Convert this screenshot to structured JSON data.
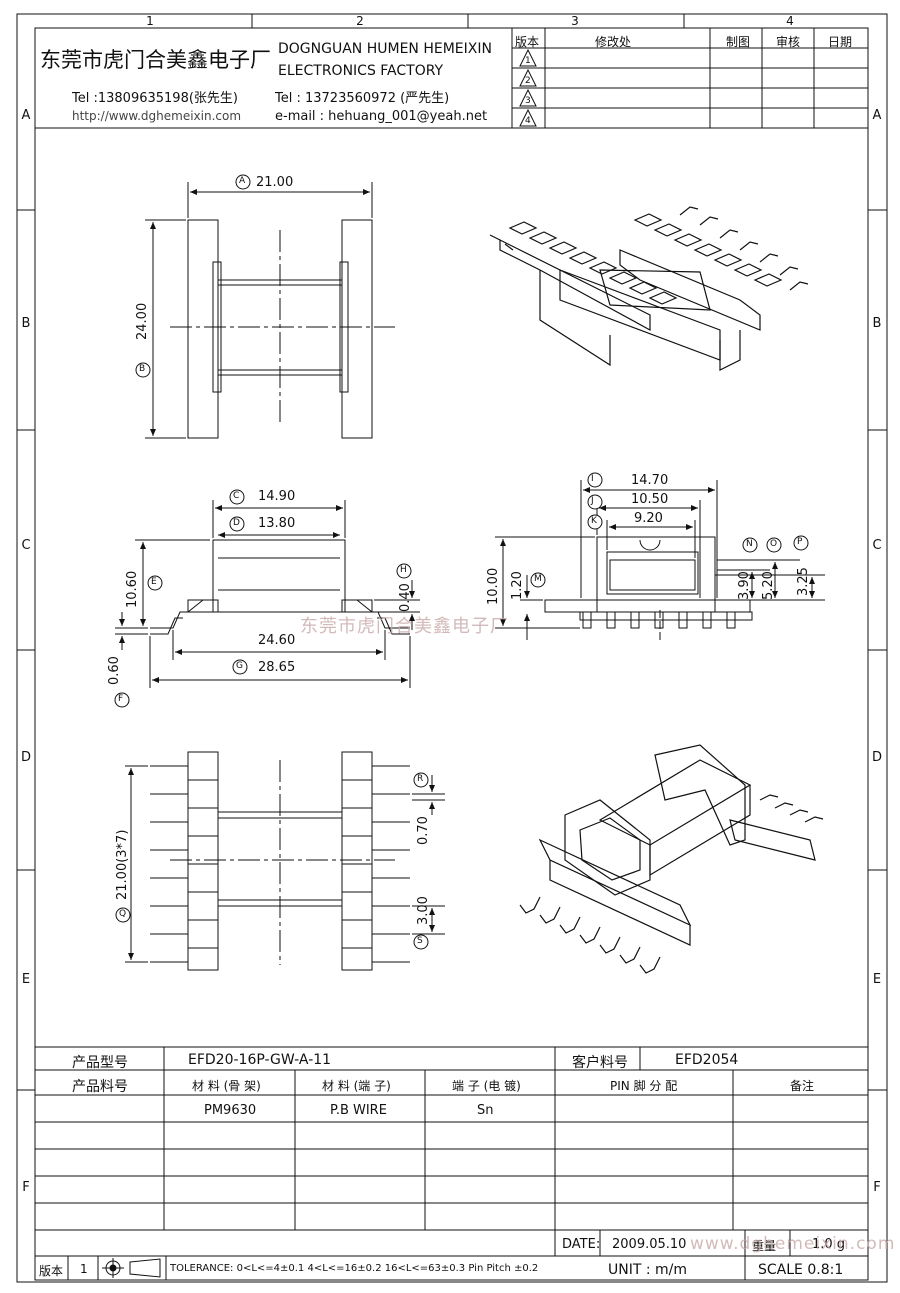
{
  "zones": {
    "columns": [
      "1",
      "2",
      "3",
      "4"
    ],
    "rows": [
      "A",
      "B",
      "C",
      "D",
      "E",
      "F"
    ]
  },
  "header": {
    "company_cn": "东莞市虎门合美鑫电子厂",
    "company_en_line1": "DOGNGUAN HUMEN HEMEIXIN",
    "company_en_line2": "ELECTRONICS FACTORY",
    "tel1": "Tel :13809635198(张先生)",
    "web": "http://www.dghemeixin.com",
    "tel2": "Tel : 13723560972 (严先生)",
    "email": "e-mail : hehuang_001@yeah.net"
  },
  "revision_table": {
    "col_version": "版本",
    "col_change": "修改处",
    "col_draw": "制图",
    "col_review": "审核",
    "col_date": "日期",
    "revisions": [
      "1",
      "2",
      "3",
      "4"
    ]
  },
  "dimensions": {
    "A": {
      "label": "A",
      "value": "21.00"
    },
    "B": {
      "label": "B",
      "value": "24.00"
    },
    "C": {
      "label": "C",
      "value": "14.90"
    },
    "D": {
      "label": "D",
      "value": "13.80"
    },
    "E": {
      "label": "E",
      "value": "10.60"
    },
    "F": {
      "label": "F",
      "value": "0.60"
    },
    "G": {
      "label": "G",
      "value": "28.65"
    },
    "H": {
      "label": "H",
      "value": "0.40"
    },
    "G2": {
      "value": "24.60"
    },
    "I": {
      "label": "I",
      "value": "14.70"
    },
    "J": {
      "label": "J",
      "value": "10.50"
    },
    "K": {
      "label": "K",
      "value": "9.20"
    },
    "L_val": {
      "value": "10.00"
    },
    "M": {
      "label": "M",
      "value": "1.20"
    },
    "N": {
      "label": "N",
      "value": "3.90"
    },
    "O": {
      "label": "O",
      "value": "5.20"
    },
    "P": {
      "label": "P",
      "value": "3.25"
    },
    "Q": {
      "label": "Q",
      "value": "21.00(3*7)"
    },
    "R": {
      "label": "R",
      "value": "0.70"
    },
    "S": {
      "label": "S",
      "value": "3.00"
    }
  },
  "watermark_center": "东莞市虎门合美鑫电子厂",
  "watermark_bottom": "www.dghemeixin.com",
  "spec_table": {
    "product_model_label": "产品型号",
    "product_model": "EFD20-16P-GW-A-11",
    "customer_no_label": "客户料号",
    "customer_no": "EFD2054",
    "product_no_label": "产品料号",
    "material_bobbin_label": "材 料 (骨 架)",
    "material_pin_label": "材 料 (端 子)",
    "terminal_label": "端 子 (电 镀)",
    "pin_assign_label": "PIN 脚 分 配",
    "remarks_label": "备注",
    "material_bobbin": "PM9630",
    "material_pin": "P.B WIRE",
    "terminal": "Sn",
    "date_label": "DATE:",
    "date": "2009.05.10",
    "weight_label": "重量",
    "weight": "1.0 g",
    "unit": "UNIT : m/m",
    "scale": "SCALE  0.8:1",
    "version_label": "版本",
    "version": "1",
    "tolerance": "TOLERANCE:  0<L<=4±0.1  4<L<=16±0.2  16<L<=63±0.3  Pin Pitch  ±0.2"
  }
}
